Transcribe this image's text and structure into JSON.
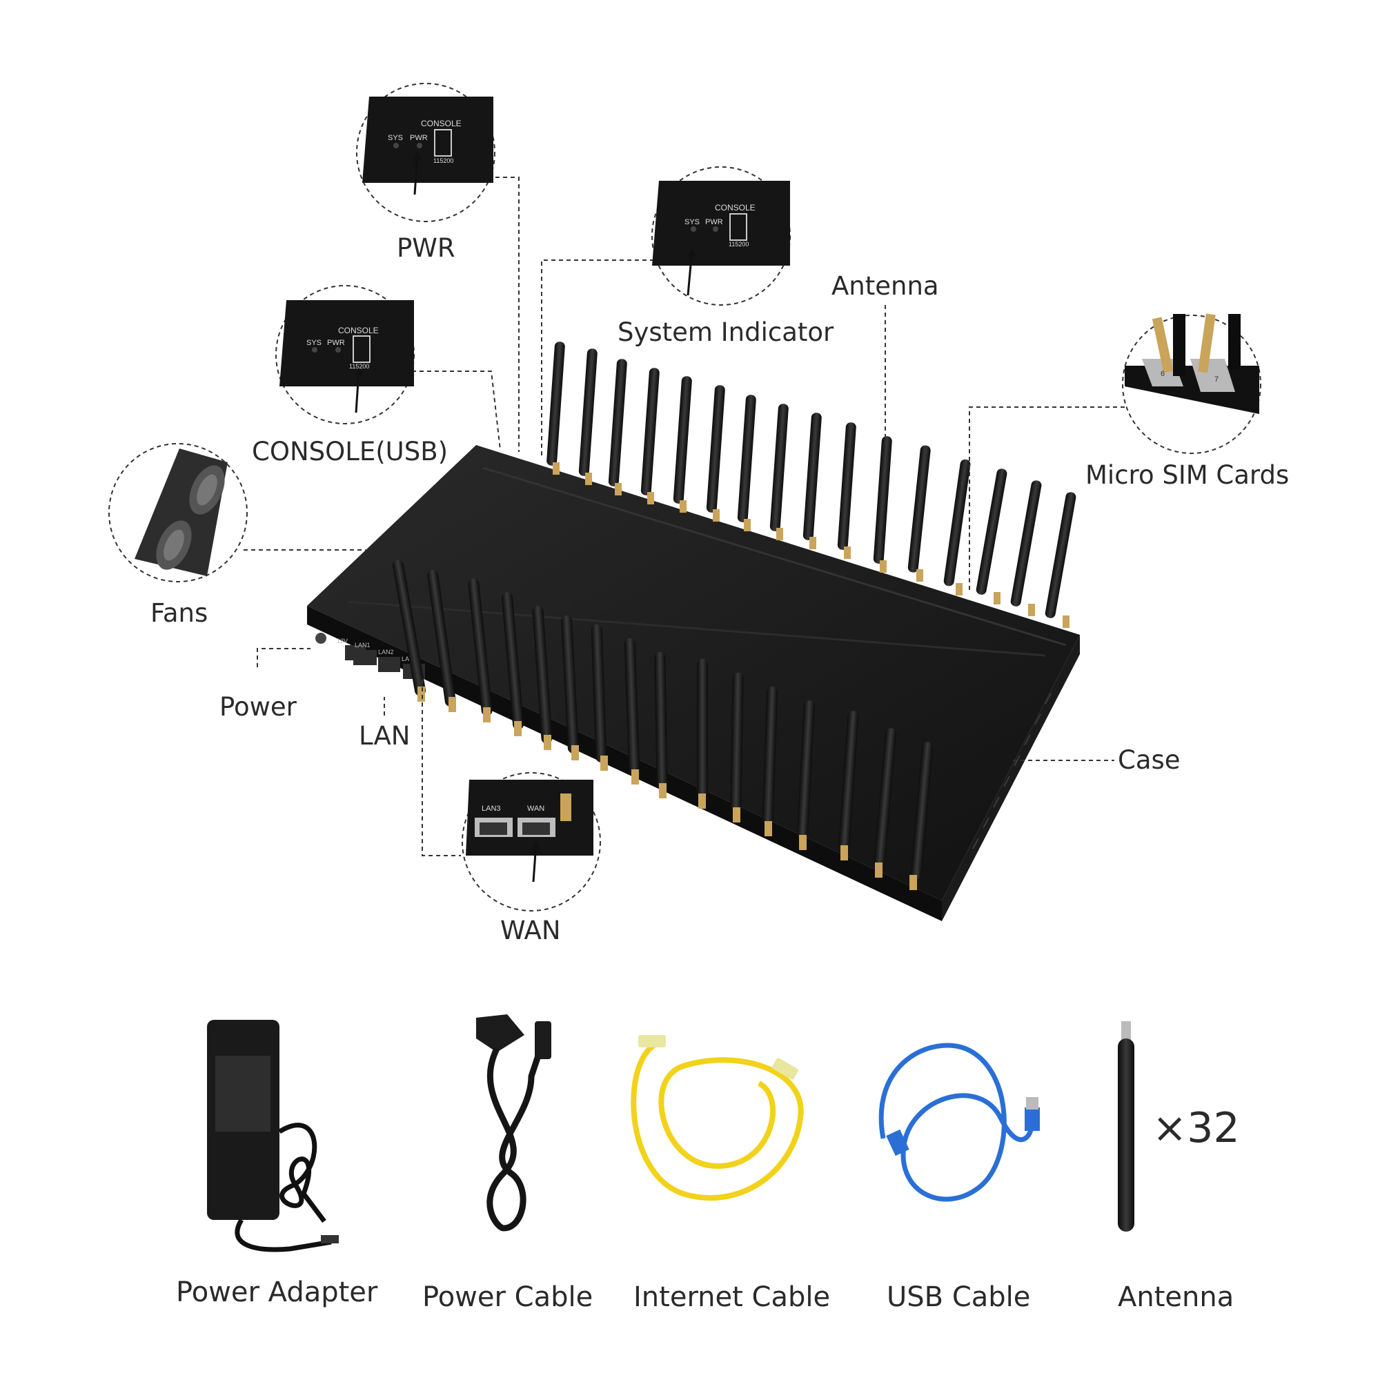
{
  "callouts": {
    "pwr": "PWR",
    "system_indicator": "System Indicator",
    "antenna": "Antenna",
    "console": "CONSOLE(USB)",
    "micro_sim": "Micro SIM Cards",
    "fans": "Fans",
    "power": "Power",
    "lan": "LAN",
    "case": "Case",
    "wan": "WAN"
  },
  "panel_text": {
    "console": "CONSOLE",
    "sys": "SYS",
    "pwr": "PWR",
    "baud": "115200",
    "lan1": "LAN1",
    "lan2": "LAN2",
    "lan3": "LAN3",
    "wan": "WAN",
    "v12": "12V",
    "sim6": "6",
    "sim7": "7"
  },
  "accessories": {
    "power_adapter": "Power Adapter",
    "power_cable": "Power Cable",
    "internet_cable": "Internet Cable",
    "usb_cable": "USB Cable",
    "antenna": "Antenna",
    "antenna_qty": "×32"
  },
  "colors": {
    "device": "#161616",
    "ethernet_cable": "#f2d21a",
    "usb_cable": "#2a6fd6",
    "antenna_connector": "#c9a45a"
  }
}
